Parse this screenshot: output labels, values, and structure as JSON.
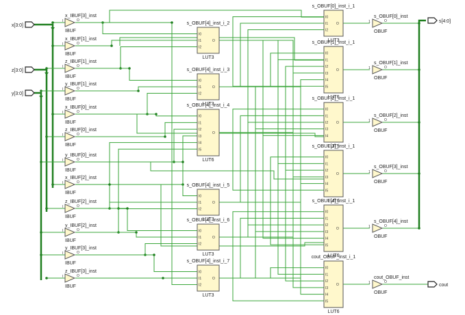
{
  "ports": {
    "x": "x[3:0]",
    "z": "z[3:0]",
    "y": "y[3:0]",
    "s": "s[4:0]",
    "cout": "cout"
  },
  "ibufs": [
    {
      "name": "x_IBUF[3]_inst",
      "type": "IBUF"
    },
    {
      "name": "x_IBUF[1]_inst",
      "type": "IBUF"
    },
    {
      "name": "z_IBUF[1]_inst",
      "type": "IBUF"
    },
    {
      "name": "y_IBUF[1]_inst",
      "type": "IBUF"
    },
    {
      "name": "x_IBUF[0]_inst",
      "type": "IBUF"
    },
    {
      "name": "z_IBUF[0]_inst",
      "type": "IBUF"
    },
    {
      "name": "y_IBUF[0]_inst",
      "type": "IBUF"
    },
    {
      "name": "x_IBUF[2]_inst",
      "type": "IBUF"
    },
    {
      "name": "z_IBUF[2]_inst",
      "type": "IBUF"
    },
    {
      "name": "y_IBUF[2]_inst",
      "type": "IBUF"
    },
    {
      "name": "y_IBUF[3]_inst",
      "type": "IBUF"
    },
    {
      "name": "z_IBUF[3]_inst",
      "type": "IBUF"
    }
  ],
  "mid_luts": [
    {
      "name": "s_OBUF[4]_inst_i_2",
      "type": "LUT3"
    },
    {
      "name": "s_OBUF[4]_inst_i_3",
      "type": "LUT3"
    },
    {
      "name": "s_OBUF[4]_inst_i_4",
      "type": "LUT6"
    },
    {
      "name": "s_OBUF[4]_inst_i_5",
      "type": "LUT3"
    },
    {
      "name": "s_OBUF[4]_inst_i_6",
      "type": "LUT3"
    },
    {
      "name": "s_OBUF[4]_inst_i_7",
      "type": "LUT3"
    }
  ],
  "right_luts": [
    {
      "name": "s_OBUF[0]_inst_i_1",
      "type": "LUT3"
    },
    {
      "name": "s_OBUF[1]_inst_i_1",
      "type": "LUT6"
    },
    {
      "name": "s_OBUF[2]_inst_i_1",
      "type": "LUT5"
    },
    {
      "name": "s_OBUF[3]_inst_i_1",
      "type": "LUT6"
    },
    {
      "name": "s_OBUF[4]_inst_i_1",
      "type": "LUT6"
    },
    {
      "name": "cout_OBUF_inst_i_1",
      "type": "LUT6"
    }
  ],
  "obufs": [
    {
      "name": "s_OBUF[0]_inst",
      "type": "OBUF"
    },
    {
      "name": "s_OBUF[1]_inst",
      "type": "OBUF"
    },
    {
      "name": "s_OBUF[2]_inst",
      "type": "OBUF"
    },
    {
      "name": "s_OBUF[3]_inst",
      "type": "OBUF"
    },
    {
      "name": "s_OBUF[4]_inst",
      "type": "OBUF"
    },
    {
      "name": "cout_OBUF_inst",
      "type": "OBUF"
    }
  ],
  "pins": {
    "I": "I",
    "O": "O",
    "one": "1",
    "lut3": [
      "I0",
      "I1",
      "I2"
    ],
    "lut5": [
      "I0",
      "I1",
      "I2",
      "I3",
      "I4"
    ],
    "lut6": [
      "I0",
      "I1",
      "I2",
      "I3",
      "I4",
      "I5"
    ]
  }
}
